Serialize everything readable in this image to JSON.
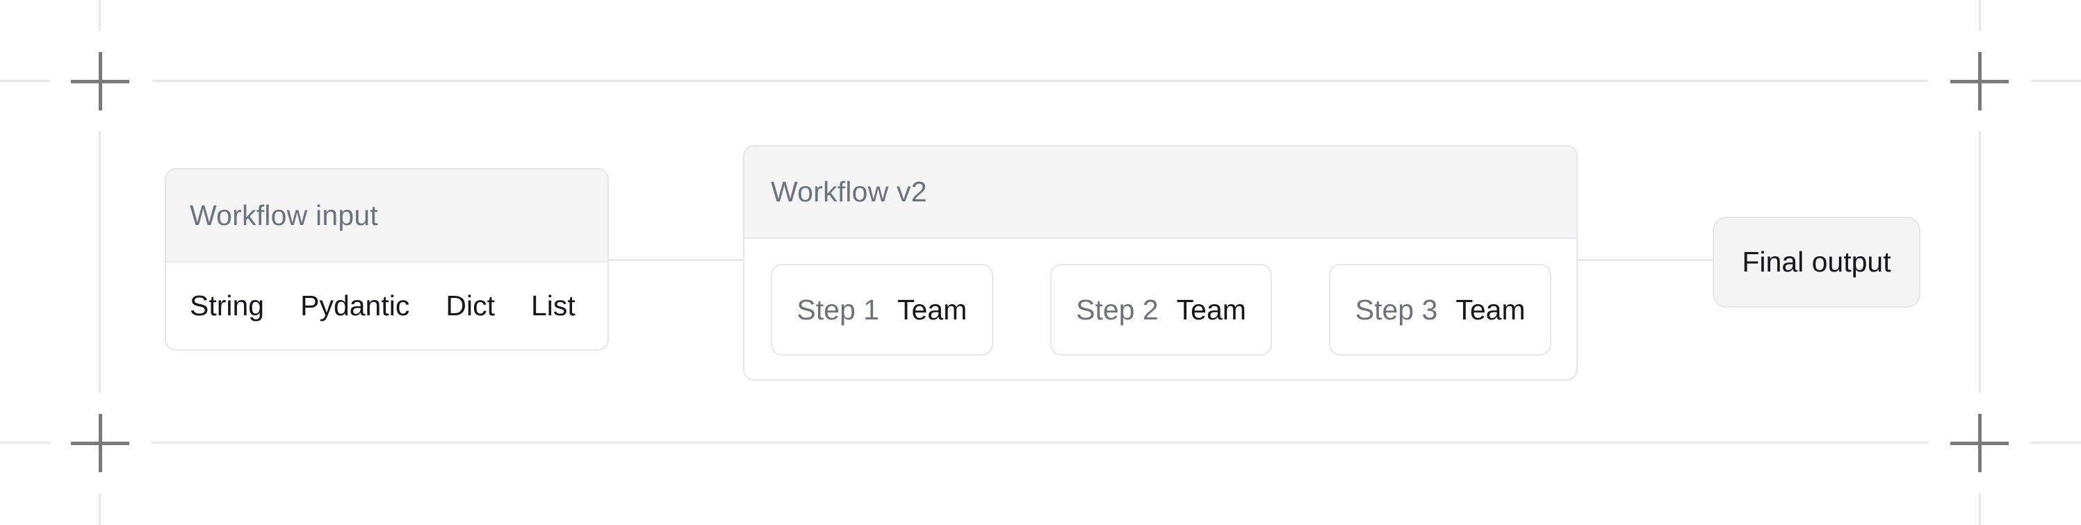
{
  "diagram": {
    "input_box": {
      "title": "Workflow input",
      "items": [
        "String",
        "Pydantic",
        "Dict",
        "List"
      ]
    },
    "workflow_box": {
      "title": "Workflow v2",
      "steps": [
        {
          "label": "Step 1",
          "type": "Team"
        },
        {
          "label": "Step 2",
          "type": "Team"
        },
        {
          "label": "Step 3",
          "type": "Team"
        }
      ]
    },
    "output_box": {
      "label": "Final output"
    },
    "colors": {
      "guide_line": "#e8e8e8",
      "crosshair": "#7a7a7a",
      "box_border": "#e6e6e8",
      "header_bg": "#f5f5f5",
      "header_text": "#6b7280",
      "body_text": "#18181b",
      "step_label_text": "#71717a",
      "output_bg": "#f4f4f5"
    }
  }
}
